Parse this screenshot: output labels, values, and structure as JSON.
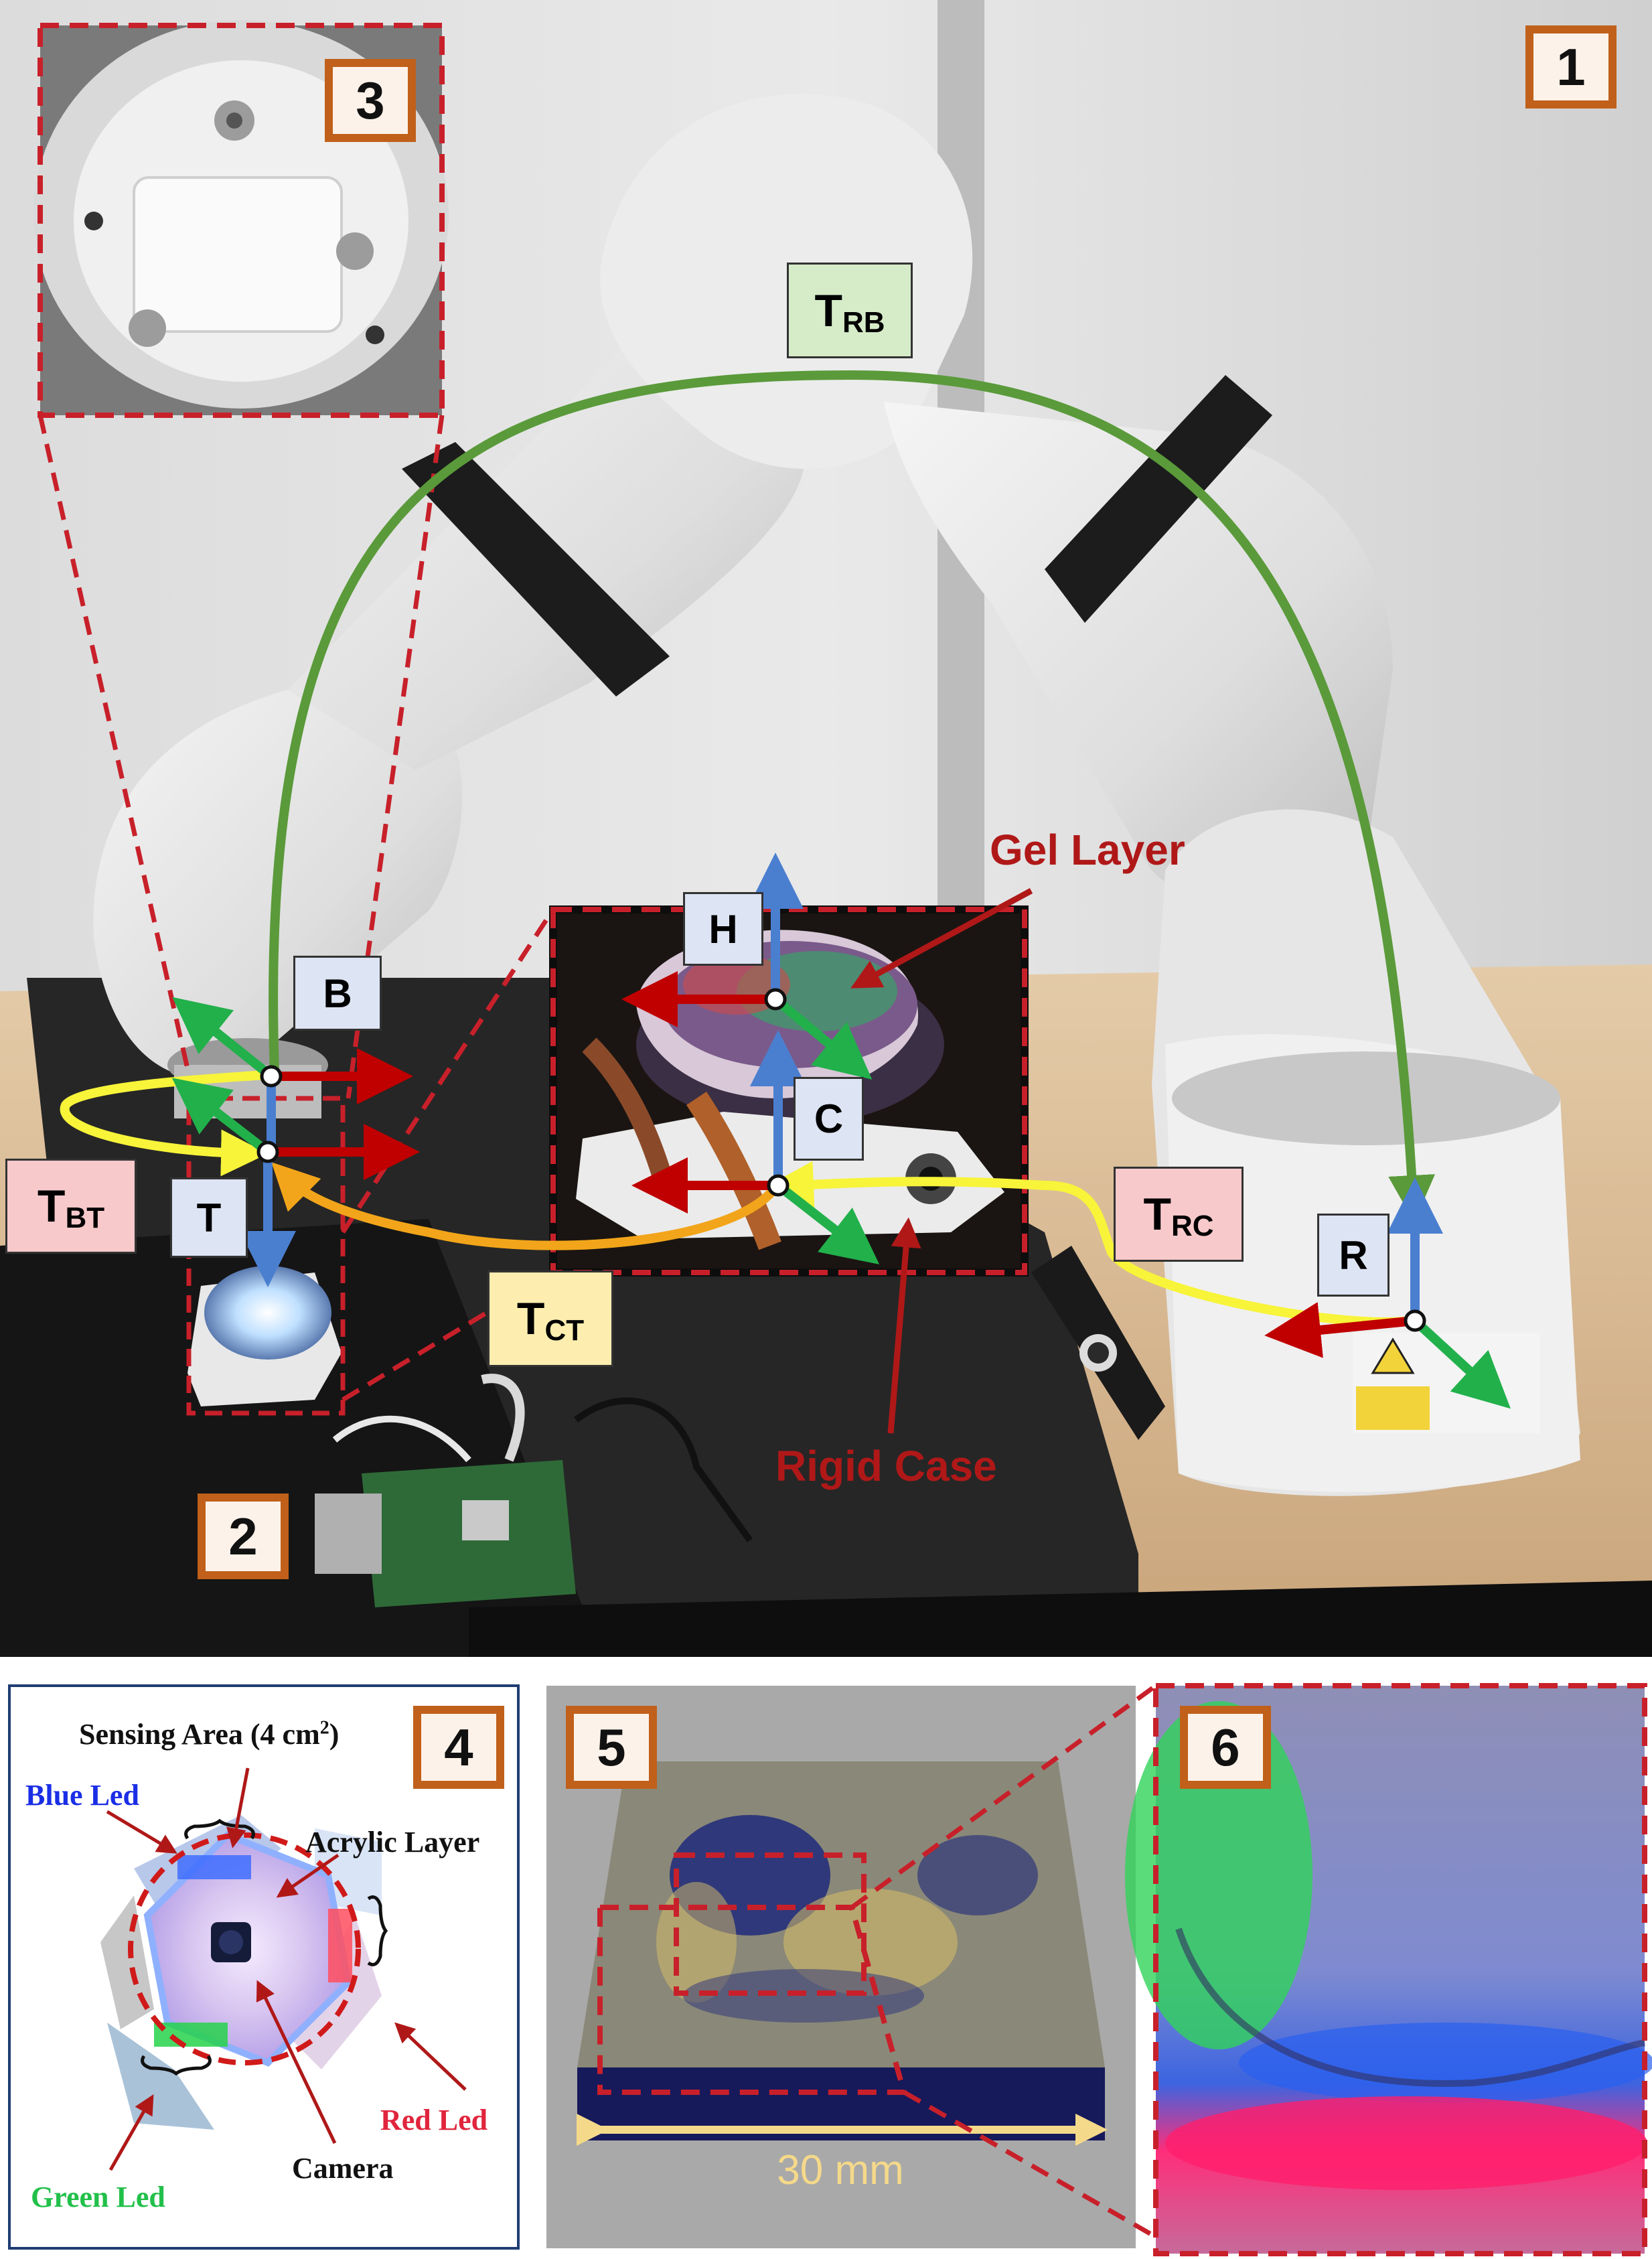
{
  "panels": {
    "p1": "1",
    "p2": "2",
    "p3": "3",
    "p4": "4",
    "p5": "5",
    "p6": "6"
  },
  "frames": {
    "B": "B",
    "T": "T",
    "H": "H",
    "C": "C",
    "R": "R"
  },
  "transforms": {
    "rb": {
      "main": "T",
      "sub": "RB"
    },
    "bt": {
      "main": "T",
      "sub": "BT"
    },
    "ct": {
      "main": "T",
      "sub": "CT"
    },
    "rc": {
      "main": "T",
      "sub": "RC"
    }
  },
  "callouts": {
    "gel_layer": "Gel Layer",
    "rigid_case": "Rigid Case"
  },
  "panel4": {
    "sensing_area": "Sensing Area (4 cm",
    "sensing_sup": "2",
    "sensing_close": ")",
    "blue_led": "Blue Led",
    "acrylic_layer": "Acrylic Layer",
    "red_led": "Red Led",
    "camera": "Camera",
    "green_led": "Green Led"
  },
  "panel5": {
    "scale_label": "30 mm"
  },
  "colors": {
    "badge_border": "#c0601a",
    "badge_fill": "#fdf2e9",
    "dash_red": "#c8202a",
    "arrow_red": "#c00000",
    "arrow_green": "#22b04b",
    "arrow_blue": "#4a7fd0",
    "path_green": "#5a9a3a",
    "path_yellow": "#f7f43a",
    "path_orange": "#f2a51a",
    "tag_green": "#d6ecc9",
    "tag_pink": "#f8c9cb",
    "tag_yellow": "#fdeeb0",
    "tag_blue": "#dde4f3",
    "blue_led_text": "#1a2ee6",
    "red_led_text": "#e0253d",
    "green_led_text": "#22c04a"
  }
}
